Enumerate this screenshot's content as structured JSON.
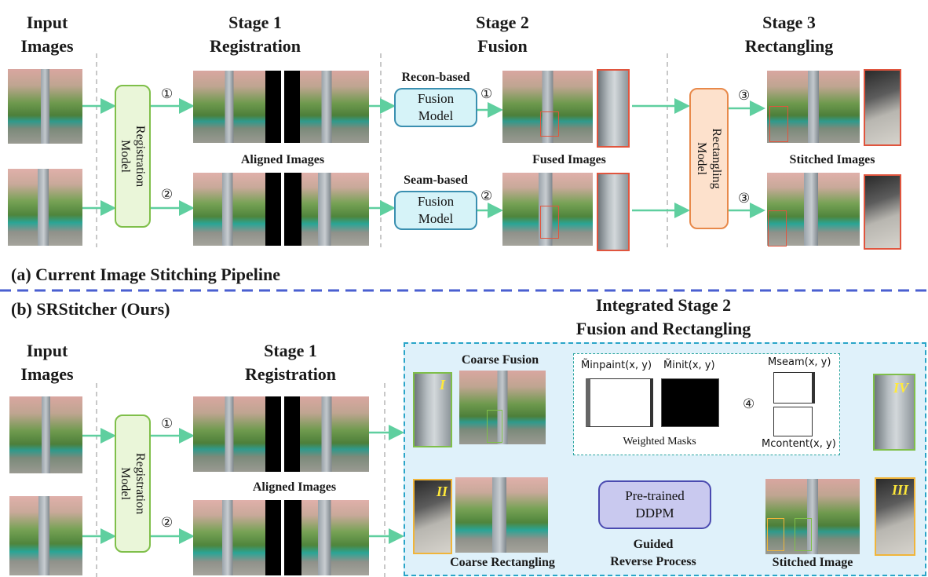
{
  "part_a": {
    "input_header": "Input\nImages",
    "stage1_header": "Stage 1\nRegistration",
    "stage2_header": "Stage 2\nFusion",
    "stage3_header": "Stage 3\nRectangling",
    "registration_model": "Registration\nModel",
    "recon_label": "Recon-based",
    "seam_label": "Seam-based",
    "fusion_model": "Fusion\nModel",
    "rectangling_model": "Rectangling\nModel",
    "aligned_images": "Aligned Images",
    "fused_images": "Fused Images",
    "stitched_images": "Stitched Images",
    "caption": "(a) Current Image Stitching Pipeline",
    "marks": {
      "one": "①",
      "two": "②",
      "three": "③"
    }
  },
  "part_b": {
    "caption": "(b) SRStitcher (Ours)",
    "integrated_header": "Integrated Stage 2\nFusion and Rectangling",
    "input_header": "Input\nImages",
    "stage1_header": "Stage 1\nRegistration",
    "registration_model": "Registration\nModel",
    "aligned_images": "Aligned Images",
    "coarse_fusion": "Coarse Fusion",
    "coarse_rectangling": "Coarse Rectangling",
    "weighted_masks": "Weighted Masks",
    "mask_inpaint": "M̃inpaint(x, y)",
    "mask_init": "M̃init(x, y)",
    "mask_seam": "Mseam(x, y)",
    "mask_content": "Mcontent(x, y)",
    "ddpm": "Pre-trained\nDDPM",
    "guided": "Guided\nReverse Process",
    "stitched_image": "Stitched Image",
    "tags": {
      "i": "I",
      "ii": "II",
      "iii": "III",
      "iv": "IV"
    },
    "marks": {
      "one": "①",
      "two": "②",
      "four": "④"
    }
  },
  "colors": {
    "arrow": "#5fcf9f",
    "divider": "#4a5fd0",
    "panel": "#dff1fa",
    "panel_border": "#2aa5c8"
  }
}
